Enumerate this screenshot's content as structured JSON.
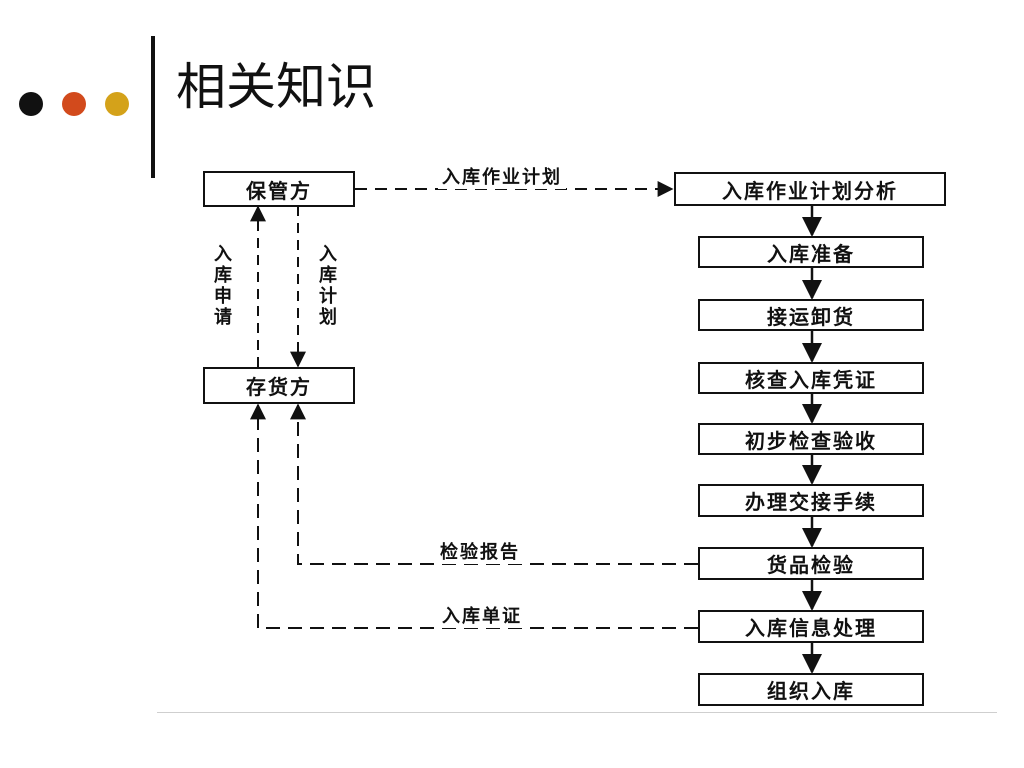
{
  "slide": {
    "title": "相关知识",
    "dots": [
      {
        "color": "#111111"
      },
      {
        "color": "#d24a1c"
      },
      {
        "color": "#d4a21a"
      }
    ]
  },
  "diagram": {
    "nodes": {
      "storer": "保管方",
      "depositor": "存货方",
      "plan_analysis": "入库作业计划分析",
      "prep": "入库准备",
      "unload": "接运卸货",
      "verify_docs": "核查入库凭证",
      "initial_check": "初步检查验收",
      "handover": "办理交接手续",
      "inspection": "货品检验",
      "info_processing": "入库信息处理",
      "storage": "组织入库"
    },
    "edge_labels": {
      "plan": "入库作业计划",
      "request": "入库申请",
      "schedule": "入库计划",
      "report": "检验报告",
      "voucher": "入库单证"
    }
  }
}
